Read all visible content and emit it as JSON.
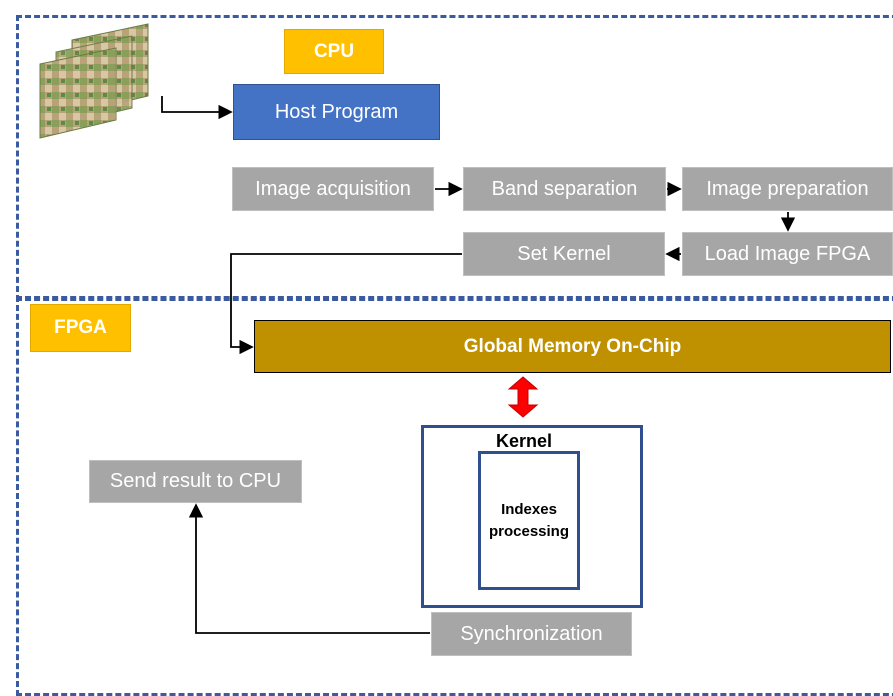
{
  "diagram": {
    "cpu_label": "CPU",
    "fpga_label": "FPGA",
    "host_program": "Host Program",
    "steps": {
      "image_acquisition": "Image acquisition",
      "band_separation": "Band separation",
      "image_preparation": "Image preparation",
      "load_image_fpga": "Load Image FPGA",
      "set_kernel": "Set Kernel"
    },
    "global_memory": "Global Memory On-Chip",
    "kernel_title": "Kernel",
    "indexes_line1": "Indexes",
    "indexes_line2": "processing",
    "send_result": "Send result to CPU",
    "synchronization": "Synchronization"
  },
  "colors": {
    "region_border": "#3a5ba0",
    "cpu_fpga_tag": "#ffc000",
    "host_program": "#4472c4",
    "process_step": "#a6a6a6",
    "global_memory": "#bf9000",
    "kernel_border": "#2f4f8f",
    "memory_link_arrow": "#ff0000"
  },
  "icons": [
    "satellite-image-stack-icon",
    "double-arrow-icon"
  ]
}
